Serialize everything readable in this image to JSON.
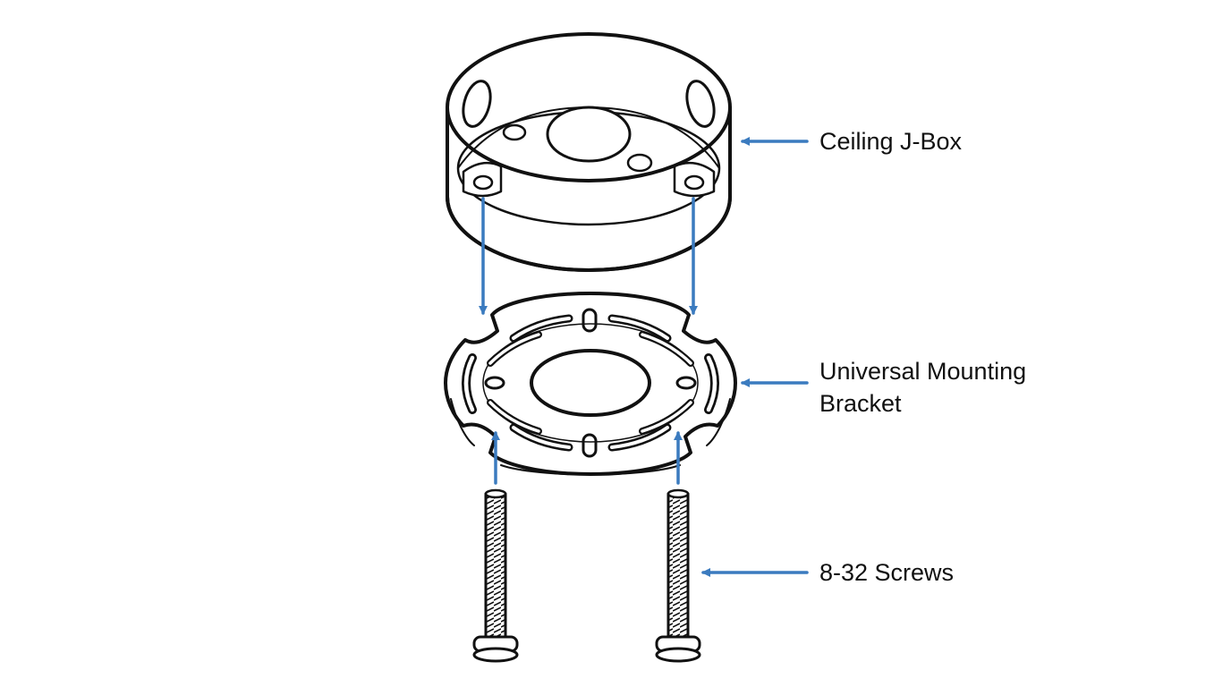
{
  "labels": {
    "jbox": "Ceiling J-Box",
    "bracket_line1": "Universal Mounting",
    "bracket_line2": "Bracket",
    "screws": "8-32 Screws"
  },
  "colors": {
    "arrow": "#3b7bbf",
    "line": "#111111",
    "background": "#ffffff"
  }
}
